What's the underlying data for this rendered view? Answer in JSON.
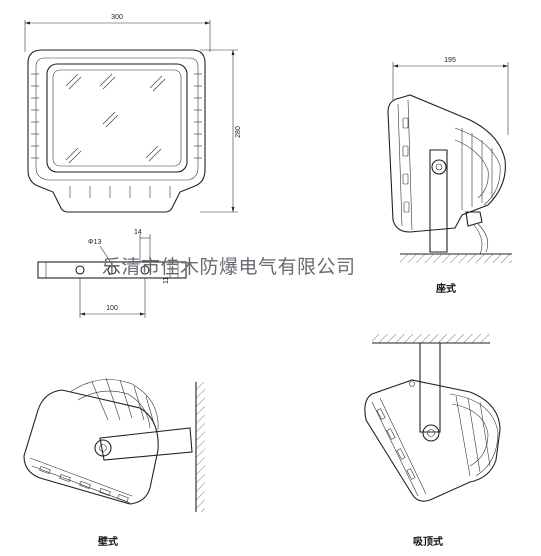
{
  "drawing": {
    "front_view": {
      "width_dim": "300",
      "height_dim": "280"
    },
    "side_view": {
      "depth_dim": "195",
      "caption": "座式"
    },
    "bracket_view": {
      "hole_dim": "Φ13",
      "slot_dim": "14",
      "thickness_dim": "11",
      "spacing_dim": "100"
    },
    "wall_view": {
      "caption": "壁式"
    },
    "ceiling_view": {
      "caption": "吸顶式"
    },
    "watermark": "乐清市佳木防爆电气有限公司"
  }
}
